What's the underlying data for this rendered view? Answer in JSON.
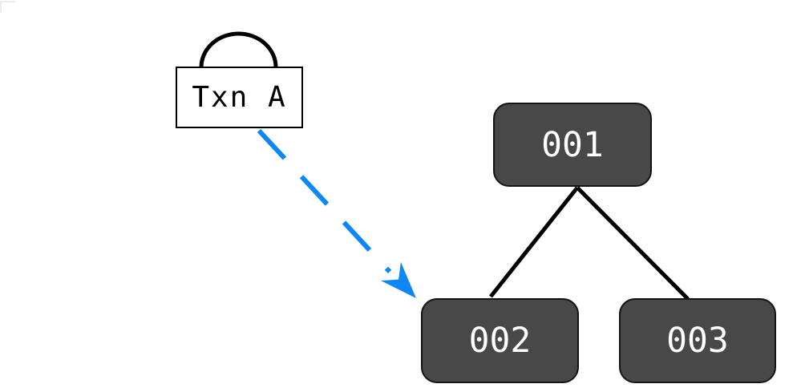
{
  "txn_box": {
    "label": "Txn A"
  },
  "nodes": [
    {
      "label": "001"
    },
    {
      "label": "002"
    },
    {
      "label": "003"
    }
  ],
  "relations": {
    "self_loop_on": "Txn A",
    "dashed_arrow": {
      "from": "Txn A",
      "to": "002",
      "style": "dashed"
    },
    "tree_edges": [
      [
        "001",
        "002"
      ],
      [
        "001",
        "003"
      ]
    ]
  },
  "colors": {
    "arrow_blue": "#0d86f8",
    "stroke_black": "#000000",
    "node_fill": "#484848",
    "node_border": "#141414",
    "node_text": "#ffffff",
    "box_fill": "#ffffff",
    "box_text": "#000000",
    "corner_mark": "#ececec",
    "background": "#ffffff"
  }
}
